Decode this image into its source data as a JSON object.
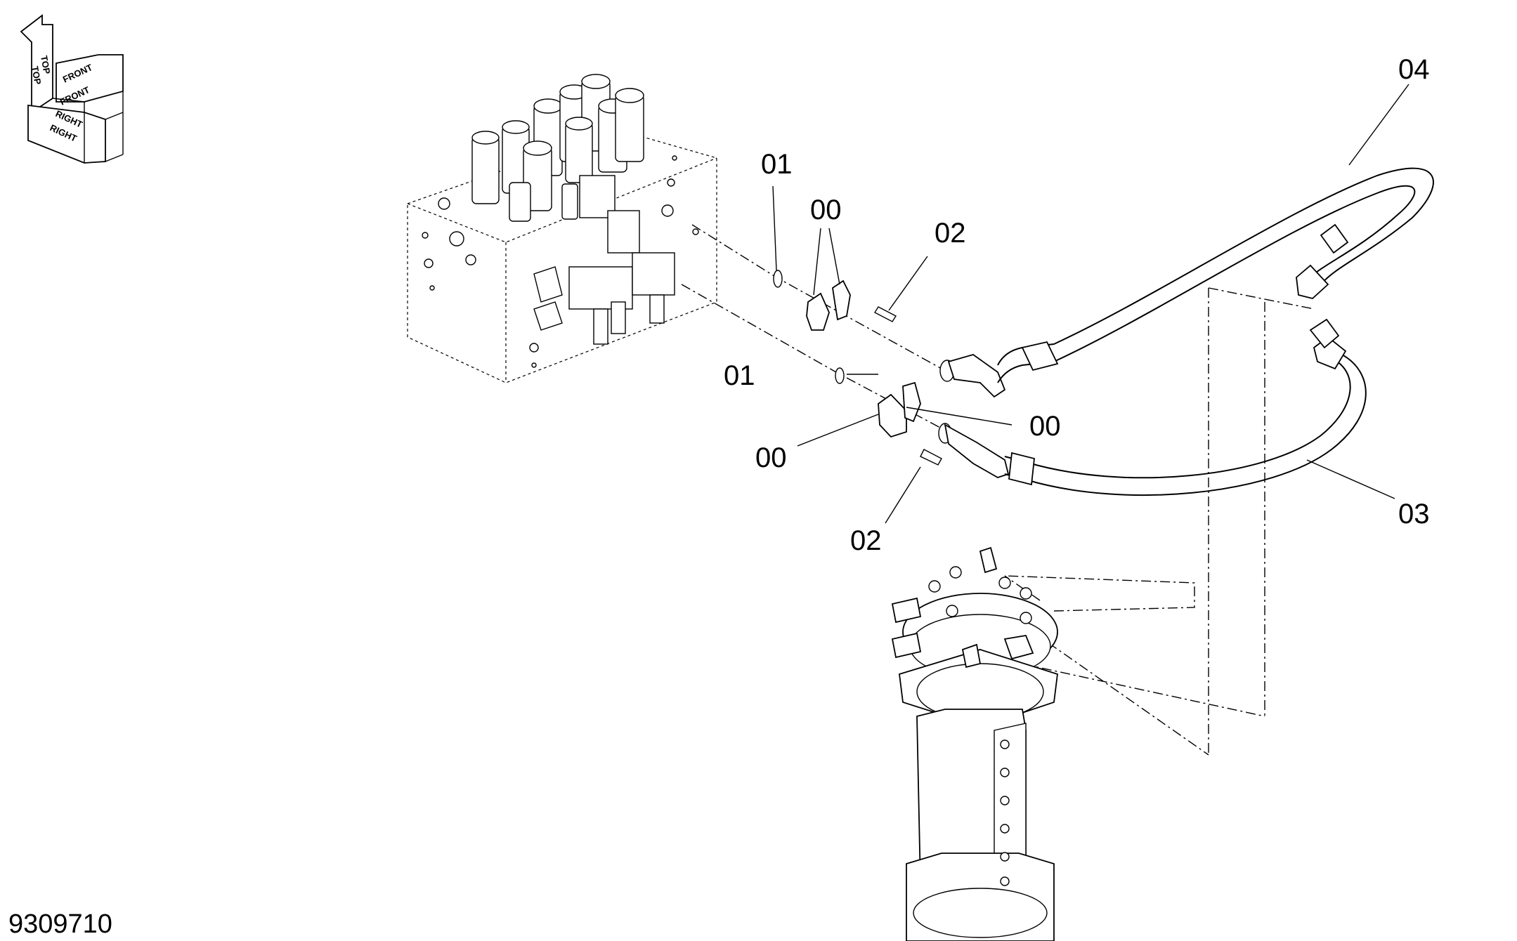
{
  "orientation": {
    "labels": [
      "TOP",
      "FRONT",
      "RIGHT"
    ]
  },
  "callouts": {
    "label_01_top": "01",
    "label_01_bottom": "01",
    "label_00_top": "00",
    "label_00_right": "00",
    "label_00_left": "00",
    "label_02_top": "02",
    "label_02_bottom": "02",
    "label_03": "03",
    "label_04": "04"
  },
  "drawing_number": "9309710"
}
